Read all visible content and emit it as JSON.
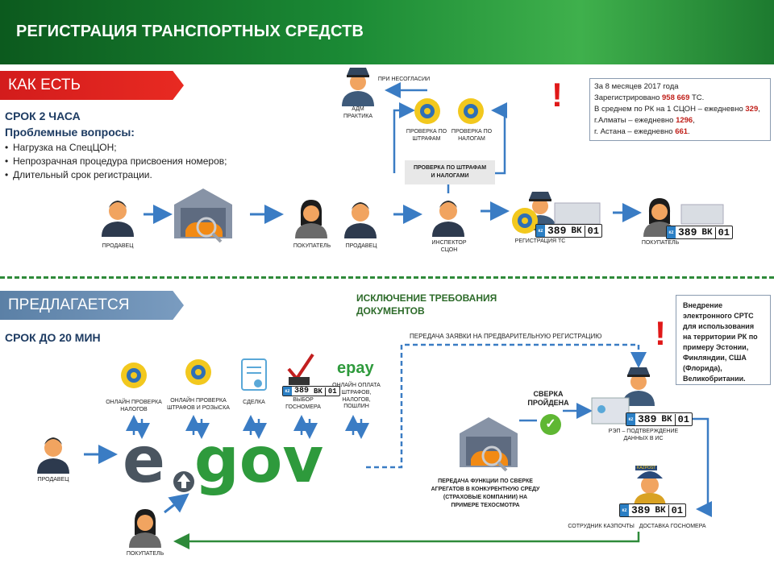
{
  "header": {
    "title": "РЕГИСТРАЦИЯ ТРАНСПОРТНЫХ СРЕДСТВ"
  },
  "as_is": {
    "banner": "КАК ЕСТЬ",
    "duration": "СРОК 2 ЧАСА",
    "problems_title": "Проблемные вопросы:",
    "problems": [
      "Нагрузка на СпецЦОН;",
      "Непрозрачная процедура присвоения номеров;",
      "Длительный срок регистрации."
    ],
    "labels": {
      "seller": "ПРОДАВЕЦ",
      "buyer": "ПОКУПАТЕЛЬ",
      "seller2": "ПРОДАВЕЦ",
      "inspector": "ИНСПЕКТОР\nСЦОН",
      "registration": "РЕГИСТРАЦИЯ ТС",
      "buyer2": "ПОКУПАТЕЛЬ",
      "mismatch": "ПРИ НЕСОГЛАСИИ",
      "adm": "АДМ\nПРАКТИКА",
      "check_fines": "ПРОВЕРКА ПО\nШТРАФАМ",
      "check_taxes": "ПРОВЕРКА ПО\nНАЛОГАМ",
      "check_both": "ПРОВЕРКА ПО ШТРАФАМ\nИ НАЛОГАМИ"
    },
    "stats": {
      "line1": "За 8 месяцев 2017 года",
      "line2a": "Зарегистрировано ",
      "line2v": "958 669",
      "line2b": " ТС.",
      "line3a": "В среднем по РК на 1 СЦОН – ежедневно ",
      "line3v": "329",
      "line3b": ",",
      "line4a": "г.Алматы – ежедневно ",
      "line4v": "1296",
      "line4b": ",",
      "line5a": "г. Астана – ежедневно ",
      "line5v": "661",
      "line5b": "."
    }
  },
  "proposed": {
    "banner": "ПРЕДЛАГАЕТСЯ",
    "duration": "СРОК ДО 20 МИН",
    "exclusion": "ИСКЛЮЧЕНИЕ ТРЕБОВАНИЯ\nДОКУМЕНТОВ",
    "services": {
      "taxes": "ОНЛАЙН ПРОВЕРКА\nНАЛОГОВ",
      "fines": "ОНЛАЙН ПРОВЕРКА\nШТРАФОВ И РОЗЫСКА",
      "deal": "СДЕЛКА",
      "plate_choice": "ВЫБОР\nГОСНОМЕРА",
      "payment": "ОНЛАЙН ОПЛАТА\nШТРАФОВ,\nНАЛОГОВ,\nПОШЛИН"
    },
    "epay_logo": "epay",
    "egov_logo_e": "e",
    "egov_logo_gov": "gov",
    "seller": "ПРОДАВЕЦ",
    "buyer": "ПОКУПАТЕЛЬ",
    "prereg": "ПЕРЕДАЧА ЗАЯВКИ НА ПРЕДВАРИТЕЛЬНУЮ РЕГИСТРАЦИЮ",
    "check_passed": "СВЕРКА\nПРОЙДЕНА",
    "transfer": "ПЕРЕДАЧА  ФУНКЦИИ ПО СВЕРКЕ\nАГРЕГАТОВ  В КОНКУРЕНТНУЮ СРЕДУ\n(СТРАХОВЫЕ  КОМПАНИИ)  НА\nПРИМЕРЕ ТЕХОСМОТРА",
    "rep": "РЭП – ПОДТВЕРЖДЕНИЕ\nДАННЫХ В ИС",
    "courier": "СОТРУДНИК КАЗПОЧТЫ   ДОСТАВКА ГОСНОМЕРА",
    "kazpost_badge": "KAZPOST",
    "note": "Внедрение электронного СРТС для использования на территории РК по примеру Эстонии, Финляндии, США (Флорида), Великобритании."
  },
  "plate": {
    "kz": "KZ",
    "number": "389",
    "letters": "ВК",
    "region": "01"
  },
  "colors": {
    "green": "#1b8a35",
    "red": "#e01818",
    "blue_banner": "#6a8db3",
    "arrow": "#3a7cc4",
    "egov_gray": "#4a5560",
    "egov_green": "#2e9a3c"
  }
}
